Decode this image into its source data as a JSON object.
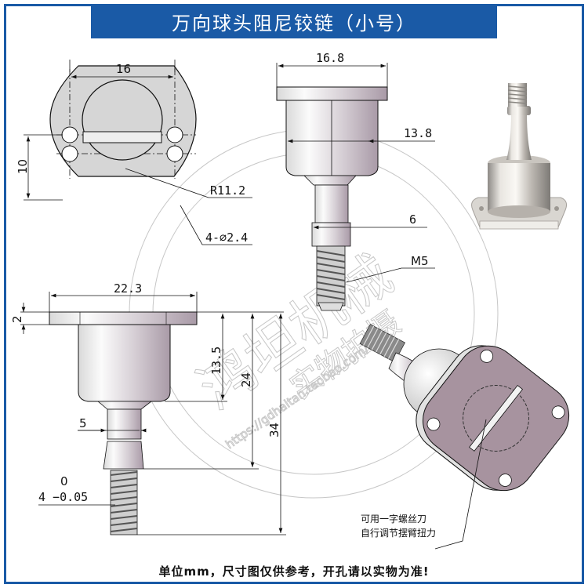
{
  "title": "万向球头阻尼铰链（小号）",
  "footer_note": "单位mm，尺寸图仅供参考，开孔请以实物为准!",
  "colors": {
    "frame_blue": "#1a5aa6",
    "part_gray": "#d6d6d6",
    "part_purple": "#a7939f",
    "line": "#111111"
  },
  "views": {
    "top_view": {
      "dims": {
        "hole_spacing_width": "16",
        "hole_spacing_height": "10",
        "radius": "R11.2",
        "holes": "4-∅2.4"
      }
    },
    "front_view": {
      "dims": {
        "flange_width": "16.8",
        "body_diameter": "13.8",
        "neck_diameter": "6",
        "thread": "M5"
      }
    },
    "side_view": {
      "dims": {
        "flange_length": "22.3",
        "flange_thickness": "2",
        "body_height": "13.5",
        "height_to_thread": "24",
        "total_height": "34",
        "stem_width": "5",
        "thread_tol_upper": "0",
        "thread_tol_main": "4 −0.05"
      }
    },
    "iso_view": {
      "note_line1": "可用一字螺丝刀",
      "note_line2": "自行调节摆臂扭力"
    },
    "photo": {
      "label": "product-photo"
    }
  },
  "watermark": {
    "brand": "鸿坦机械",
    "url": "https://gdhaitan.taobao.com/",
    "tag": "实物拍摄"
  }
}
